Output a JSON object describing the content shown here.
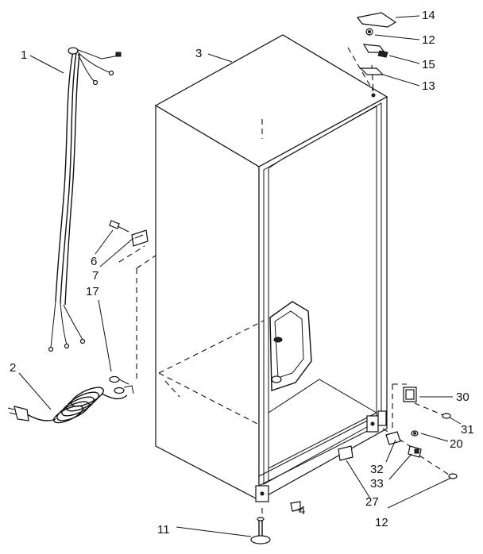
{
  "callouts": {
    "c1": "1",
    "c2": "2",
    "c3": "3",
    "c4": "4",
    "c6": "6",
    "c7": "7",
    "c11": "11",
    "c12a": "12",
    "c12b": "12",
    "c13": "13",
    "c14": "14",
    "c15": "15",
    "c17": "17",
    "c20": "20",
    "c27": "27",
    "c30": "30",
    "c31": "31",
    "c32": "32",
    "c33": "33"
  },
  "colors": {
    "ink": "#111111",
    "paper": "#ffffff"
  }
}
